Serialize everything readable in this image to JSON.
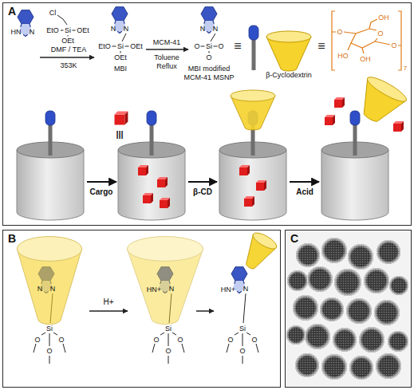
{
  "diagram": {
    "nodes": [
      {
        "text": [
          "A"
        ]
      },
      {
        "text": [
          "B"
        ]
      },
      {
        "text": [
          "C"
        ]
      }
    ],
    "labels": [
      "HN",
      "N",
      "Cl",
      "EtO",
      "Si",
      "OEt",
      "OEt",
      "DMF / TEA",
      "353K",
      "N",
      "N",
      "EtO",
      "Si",
      "OEt",
      "OEt",
      "MBI",
      "MCM-41",
      "Toluene",
      "Reflux",
      "N",
      "N",
      "O",
      "Si",
      "O",
      "O",
      "MBI modified",
      "MCM-41 MSNP",
      "≡",
      "β-Cyclodextrin",
      "≡",
      "OH",
      "O",
      "O",
      "O",
      "HO",
      "OH",
      "7",
      "|||",
      "Cargo",
      "β-CD",
      "Acid",
      "N",
      "N",
      "Si",
      "O",
      "O",
      "O",
      "H+",
      "HN+",
      "N",
      "Si",
      "O",
      "O",
      "O",
      "HN+",
      "N",
      "Si",
      "O",
      "O",
      "O"
    ]
  }
}
